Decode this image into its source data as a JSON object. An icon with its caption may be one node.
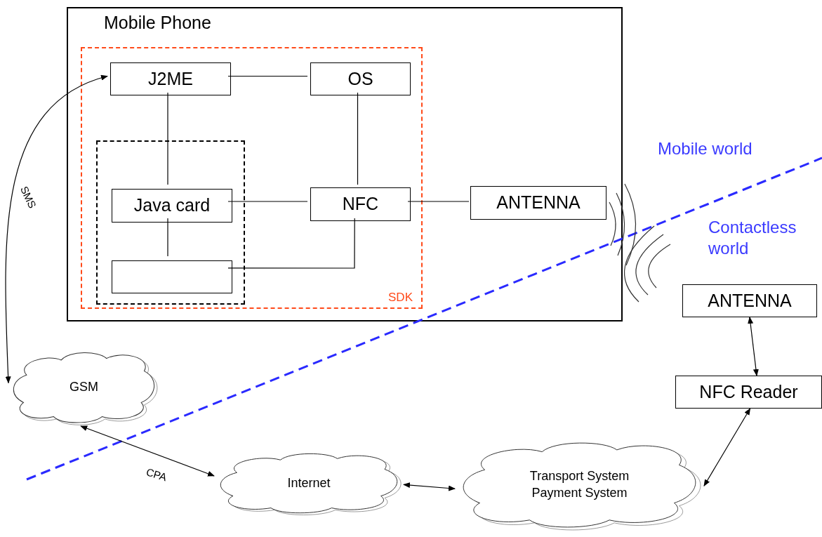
{
  "diagram": {
    "nodes": [
      {
        "text": [
          "Mobile Phone"
        ]
      },
      {
        "text": [
          "SDK"
        ],
        "in": 0
      },
      {
        "text": [
          "J2ME"
        ],
        "in": 1
      },
      {
        "text": [
          "OS"
        ],
        "in": 1
      },
      {
        "text": [],
        "shape": "box",
        "in": 1
      },
      {
        "text": [
          "Java card"
        ],
        "in": 4
      },
      {
        "text": [],
        "shape": "box",
        "in": 4
      },
      {
        "text": [
          "NFC"
        ],
        "in": 1
      },
      {
        "text": [
          "ANTENNA"
        ],
        "in": 0
      },
      {
        "text": [
          "ANTENNA"
        ]
      },
      {
        "text": [
          "NFC Reader"
        ]
      },
      {
        "text": [
          "GSM"
        ]
      },
      {
        "text": [
          "Internet"
        ]
      },
      {
        "text": [
          "Transport System Payment System"
        ]
      }
    ],
    "edges": [
      {
        "from": 2,
        "to": 3,
        "arrow": "none"
      },
      {
        "from": 2,
        "to": 5,
        "arrow": "none"
      },
      {
        "from": 3,
        "to": 7,
        "arrow": "none"
      },
      {
        "from": 5,
        "to": 7,
        "arrow": "none"
      },
      {
        "from": 5,
        "to": 6,
        "arrow": "none"
      },
      {
        "from": 6,
        "to": 7,
        "arrow": "none"
      },
      {
        "from": 7,
        "to": 8,
        "arrow": "none"
      },
      {
        "from": 11,
        "to": 2,
        "arrow": "both",
        "label": "SMS"
      },
      {
        "from": 11,
        "to": 12,
        "arrow": "both",
        "label": "CPA"
      },
      {
        "from": 12,
        "to": 13,
        "arrow": "both"
      },
      {
        "from": 13,
        "to": 10,
        "arrow": "both"
      },
      {
        "from": 9,
        "to": 10,
        "arrow": "both"
      }
    ],
    "labels": [
      "Mobile world",
      "Contactless world"
    ]
  }
}
